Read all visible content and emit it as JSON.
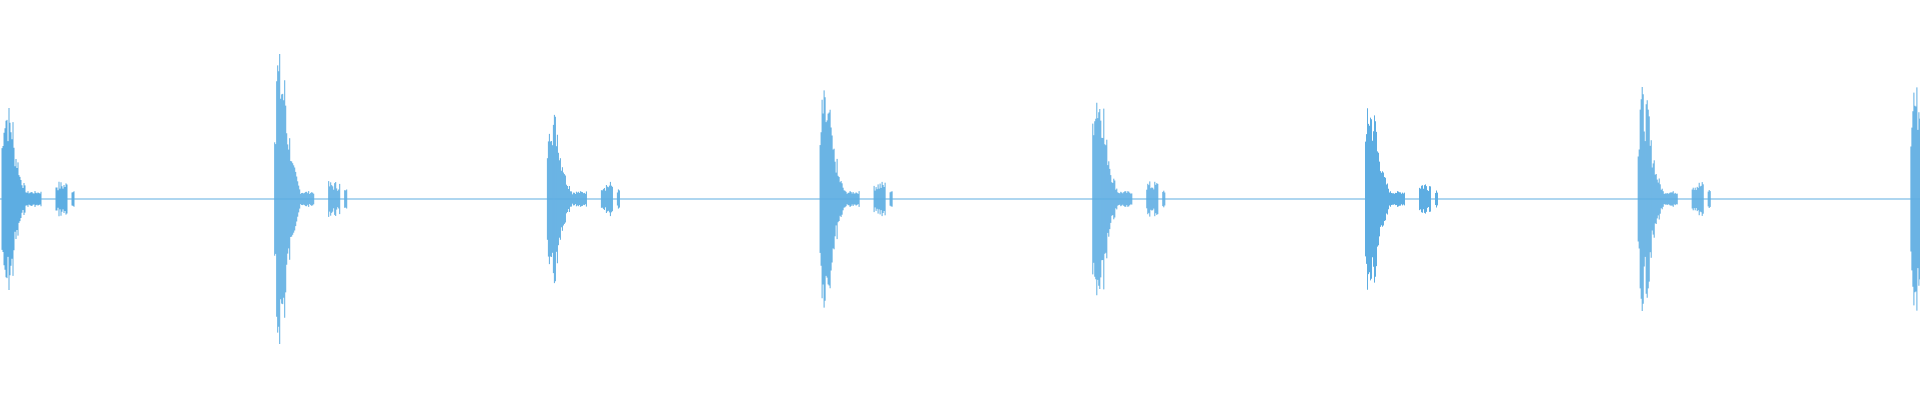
{
  "waveform": {
    "color": "#5dade2",
    "background": "#ffffff",
    "burst_count": 8,
    "bursts": [
      {
        "index": 1,
        "peak": 0.55
      },
      {
        "index": 2,
        "peak": 0.8
      },
      {
        "index": 3,
        "peak": 0.52
      },
      {
        "index": 4,
        "peak": 0.58
      },
      {
        "index": 5,
        "peak": 0.66
      },
      {
        "index": 6,
        "peak": 0.55
      },
      {
        "index": 7,
        "peak": 0.6
      },
      {
        "index": 8,
        "peak": 0.66
      }
    ],
    "baseline_amplitude": 0.01
  }
}
